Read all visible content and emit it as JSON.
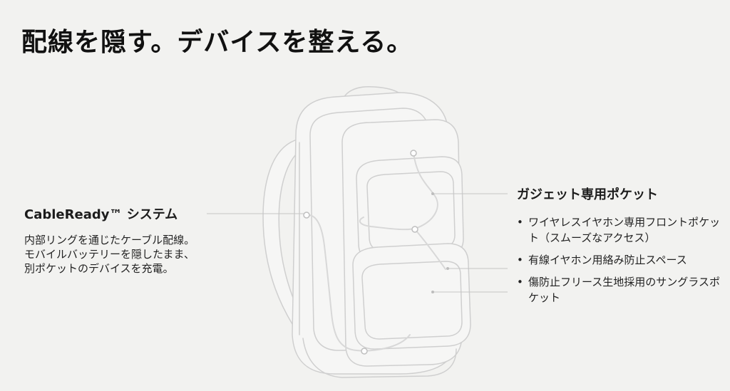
{
  "headline": "配線を隠す。デバイスを整える。",
  "cable_ready": {
    "title": "CableReady™ システム",
    "description_lines": [
      "内部リングを通じたケーブル配線。",
      "モバイルバッテリーを隠したまま、",
      "別ポケットのデバイスを充電。"
    ]
  },
  "gadget_pocket": {
    "title": "ガジェット専用ポケット",
    "features": [
      "ワイヤレスイヤホン専用フロントポケット（スムーズなアクセス）",
      "有線イヤホン用絡み防止スペース",
      "傷防止フリース生地採用のサングラスポケット"
    ]
  },
  "colors": {
    "background": "#f2f2f0",
    "line_art": "#c8c8c8",
    "text": "#1c1c1c"
  }
}
